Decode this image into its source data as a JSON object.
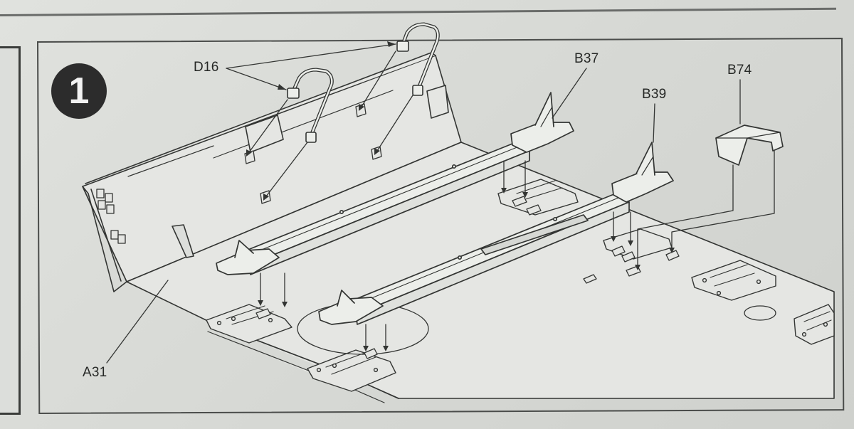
{
  "step": {
    "number": "1"
  },
  "parts": {
    "d16": "D16",
    "b37": "B37",
    "b39": "B39",
    "b74": "B74",
    "a31": "A31"
  },
  "style": {
    "ink": "#333533",
    "paper": "#e5e6e3",
    "step_badge": "#2c2c2c"
  }
}
